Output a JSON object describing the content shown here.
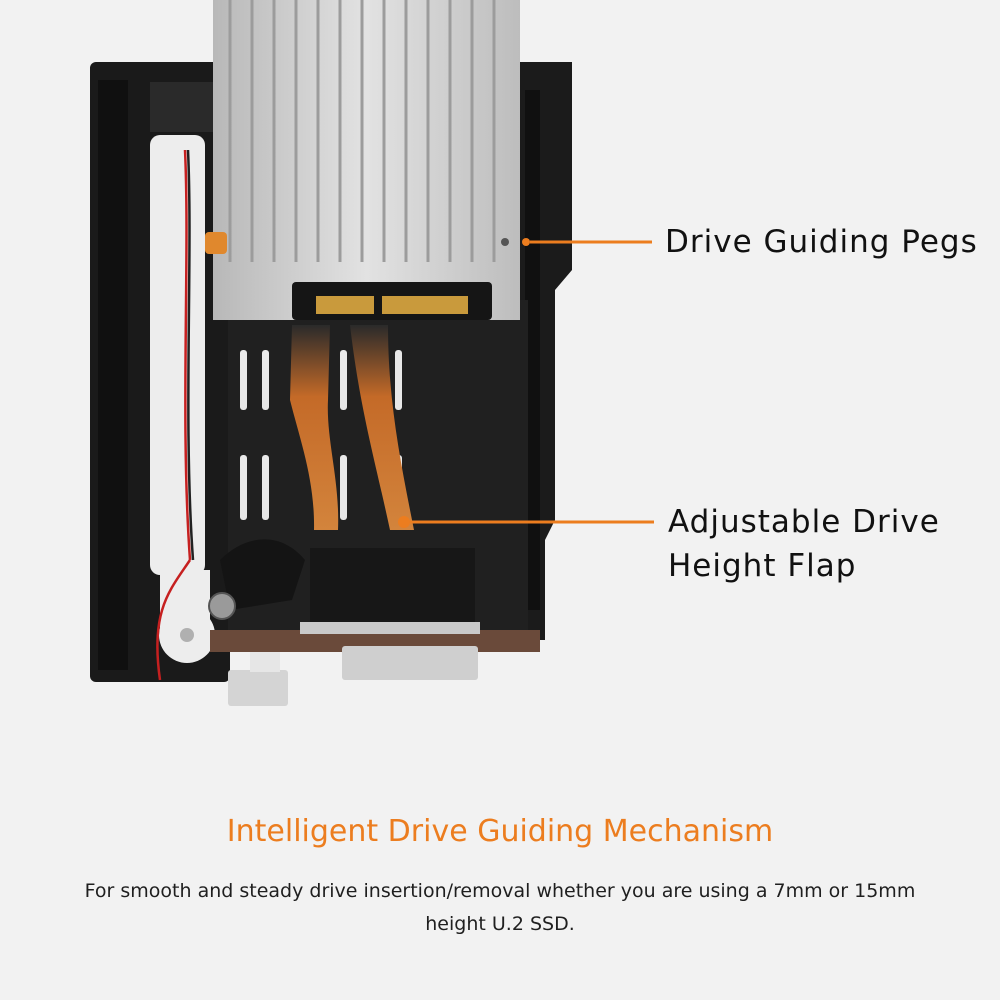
{
  "callouts": {
    "pegs": "Drive Guiding Pegs",
    "flap_line1": "Adjustable Drive",
    "flap_line2": "Height Flap"
  },
  "headline": "Intelligent Drive Guiding Mechanism",
  "description": "For smooth and steady drive insertion/removal whether you are using a 7mm or 15mm height U.2 SSD.",
  "colors": {
    "accent": "#ec7d1f",
    "background": "#f2f2f2",
    "enclosure": "#1c1c1c",
    "heatsink": "#c9c9c9"
  }
}
